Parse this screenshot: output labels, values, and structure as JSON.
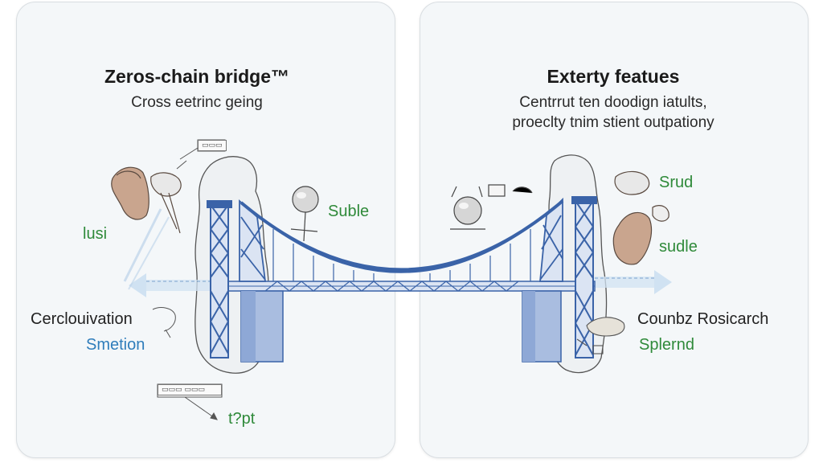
{
  "left_panel": {
    "title": "Zeros-chain bridge™",
    "subtitle": "Cross eetrinc geing",
    "labels": {
      "lusi": "lusi",
      "suble": "Suble",
      "cerclouivation": "Cerclouivation",
      "smetion": "Smetion",
      "tpt": "t?pt"
    }
  },
  "right_panel": {
    "title": "Exterty featues",
    "subtitle_line1": "Centrrut ten doodign iatults,",
    "subtitle_line2": "proeclty tnim stient outpationy",
    "labels": {
      "srud": "Srud",
      "sudle": "sudle",
      "counbz": "Counbz Rosicarch",
      "splernd": "Splernd"
    }
  },
  "colors": {
    "bridge_blue": "#3a63a8",
    "bridge_light": "#a9bde0",
    "label_green": "#2f8a3a",
    "label_blue": "#2f7dbb"
  }
}
